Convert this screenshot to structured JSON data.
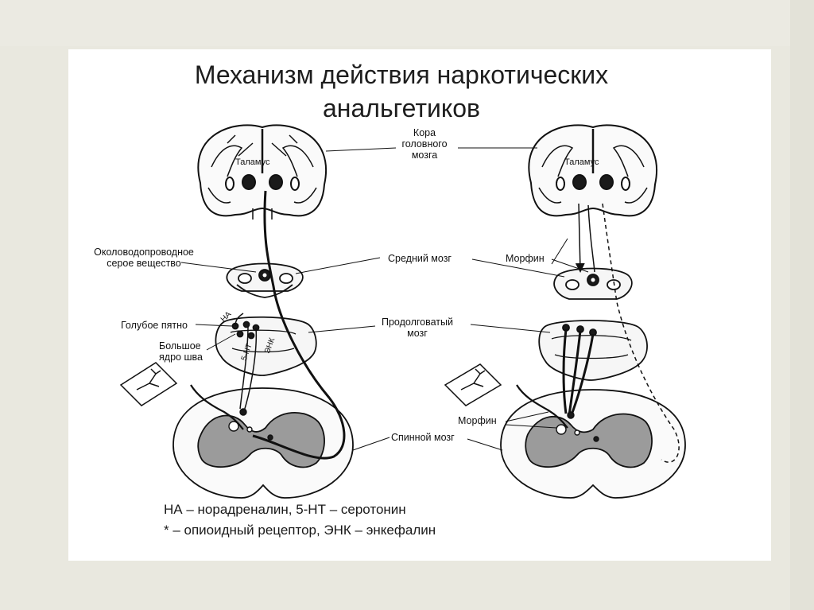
{
  "title_line1": "Механизм действия наркотических",
  "title_line2": "анальгетиков",
  "labels": {
    "cortex": [
      "Кора",
      "головного",
      "мозга"
    ],
    "thalamus": "Таламус",
    "periaqueductal": [
      "Околоводопроводное",
      "серое вещество"
    ],
    "midbrain": "Средний мозг",
    "locus": "Голубое пятно",
    "raphe": [
      "Большое",
      "ядро шва"
    ],
    "medulla": [
      "Продолговатый",
      "мозг"
    ],
    "spinal": "Спинной мозг",
    "morphine": "Морфин",
    "na": "НА",
    "ht": "5-НТ",
    "enk": "ЭНК"
  },
  "legend": {
    "line1": "НА – норадреналин, 5-НТ – серотонин",
    "line2": "* – опиоидный рецептор, ЭНК – энкефалин"
  }
}
